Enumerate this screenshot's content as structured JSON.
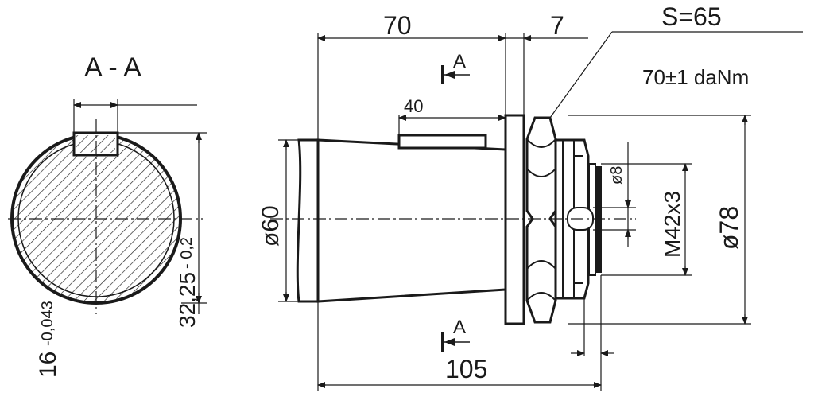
{
  "section": {
    "title": "A - A",
    "key_width": "16",
    "key_width_tol": "-0,043",
    "key_depth": "32,25",
    "key_depth_tol": "- 0,2"
  },
  "dimensions": {
    "top_length": "70",
    "flange_thickness": "7",
    "hex_size": "S=65",
    "torque": "70±1 daNm",
    "key_length": "40",
    "shaft_diameter": "ø60",
    "thread_hole": "ø8",
    "thread": "M42x3",
    "nut_diameter": "ø78",
    "total_length": "105",
    "section_marker": "A"
  }
}
